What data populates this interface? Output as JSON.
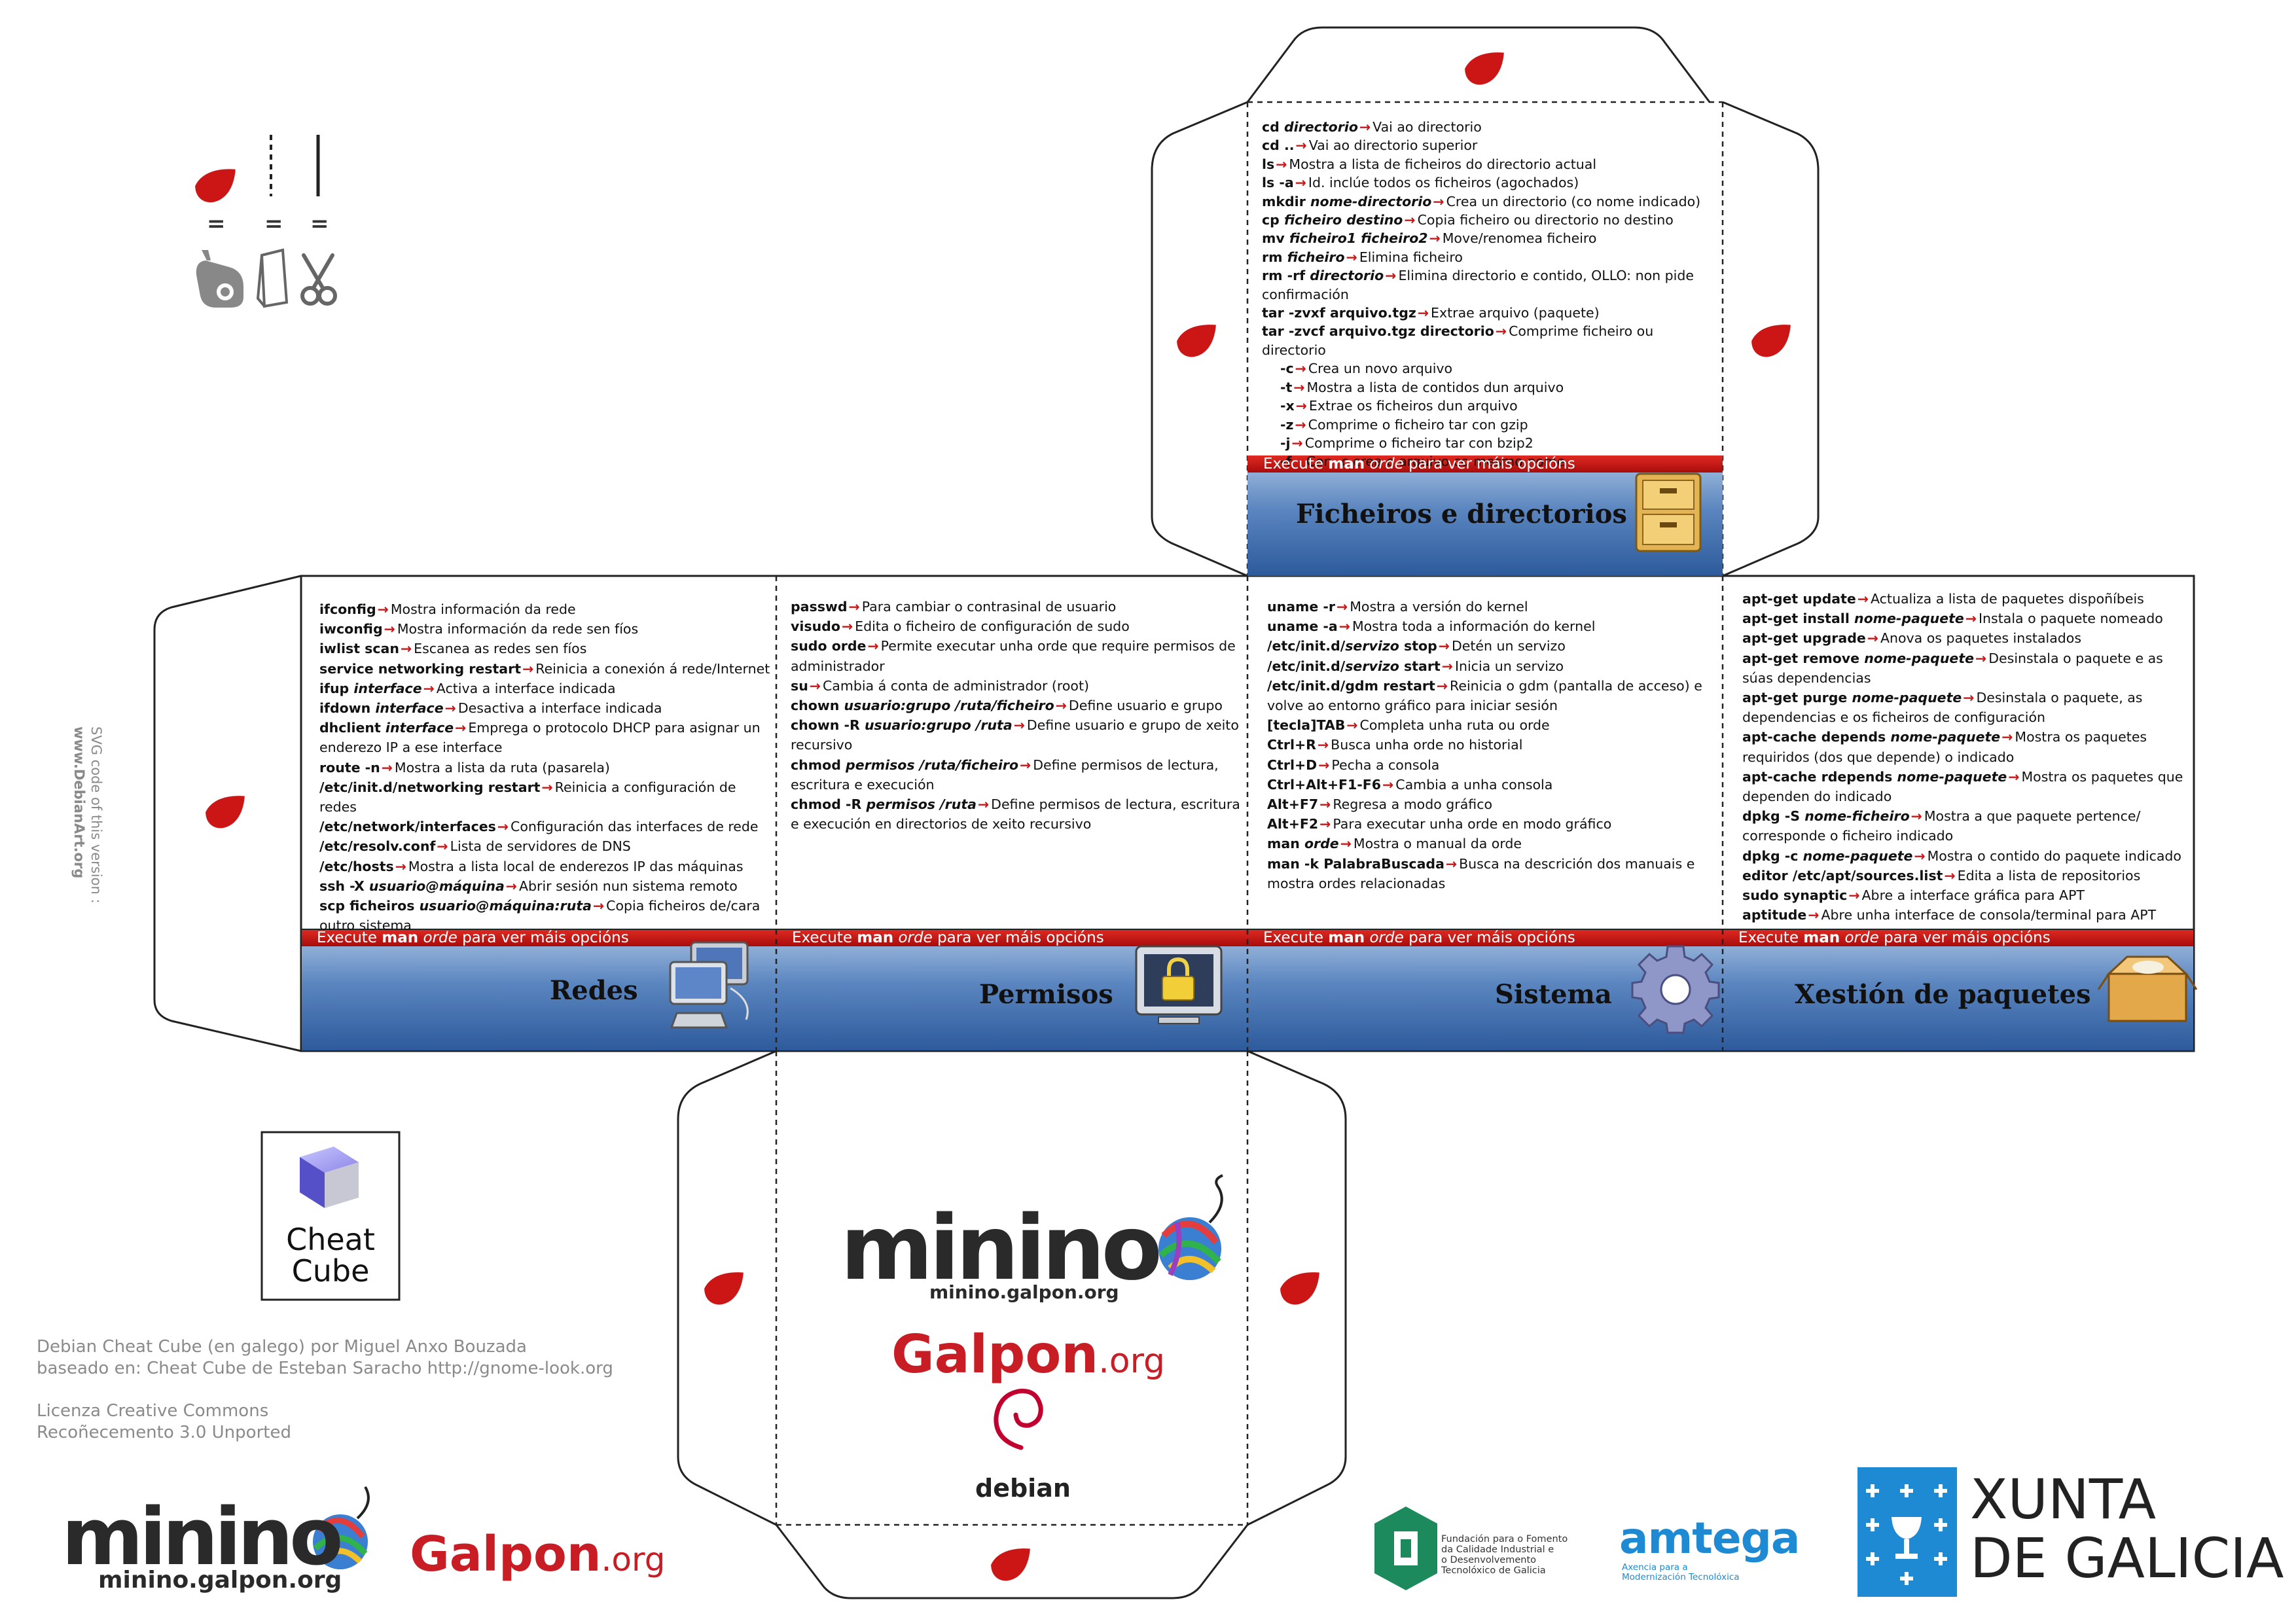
{
  "legend": {
    "eq_sign": "=",
    "items": [
      "glue-icon",
      "fold-icon",
      "scissors-icon"
    ]
  },
  "side_note": {
    "line1": "SVG code of this version :",
    "line2": "www.DebianArt.org"
  },
  "colors": {
    "red_accent": "#cc1616",
    "band_blue_top": "#9ab6d8",
    "band_blue_bottom": "#2f5fa0",
    "band_red": "#cc1010"
  },
  "band_text": {
    "pre": "Execute ",
    "man": "man",
    "orde": "orde",
    "post": " para ver máis opcións"
  },
  "panels": {
    "ficheiros": {
      "title": "Ficheiros e directorios",
      "icon": "filing-cabinet-icon",
      "commands": [
        {
          "cmd": "cd ",
          "arg": "directorio",
          "desc": "Vai ao directorio"
        },
        {
          "cmd": "cd ..",
          "arg": "",
          "desc": "Vai ao directorio superior"
        },
        {
          "cmd": "ls",
          "arg": "",
          "desc": "Mostra a lista de ficheiros do directorio actual"
        },
        {
          "cmd": "ls -a",
          "arg": "",
          "desc": "Id. inclúe todos os ficheiros (agochados)"
        },
        {
          "cmd": "mkdir ",
          "arg": "nome-directorio",
          "desc": "Crea un directorio (co nome indicado)"
        },
        {
          "cmd": "cp ",
          "arg": "ficheiro destino",
          "desc": "Copia ficheiro ou directorio no destino"
        },
        {
          "cmd": "mv ",
          "arg": "ficheiro1 ficheiro2",
          "desc": "Move/renomea ficheiro"
        },
        {
          "cmd": "rm ",
          "arg": "ficheiro",
          "desc": "Elimina ficheiro"
        },
        {
          "cmd": "rm -rf ",
          "arg": "directorio",
          "desc": "Elimina directorio e contido, OLLO: non pide confirmación"
        },
        {
          "cmd": "tar -zvxf arquivo.tgz",
          "arg": "",
          "desc": "Extrae arquivo (paquete)"
        },
        {
          "cmd": "tar -zvcf arquivo.tgz directorio",
          "arg": "",
          "desc": "Comprime ficheiro ou directorio"
        },
        {
          "cmd": "-c",
          "arg": "",
          "desc": "Crea un novo arquivo",
          "indent": true
        },
        {
          "cmd": "-t",
          "arg": "",
          "desc": "Mostra a lista de contidos dun arquivo",
          "indent": true
        },
        {
          "cmd": "-x",
          "arg": "",
          "desc": "Extrae os ficheiros dun arquivo",
          "indent": true
        },
        {
          "cmd": "-z",
          "arg": "",
          "desc": "Comprime o ficheiro tar con gzip",
          "indent": true
        },
        {
          "cmd": "-j",
          "arg": "",
          "desc": "Comprime o ficheiro tar con bzip2",
          "indent": true
        },
        {
          "cmd": "-f",
          "arg": "",
          "desc": "Con -c crea o arquivo co mesmo nome",
          "indent": true
        }
      ]
    },
    "redes": {
      "title": "Redes",
      "icon": "network-computers-icon",
      "commands": [
        {
          "cmd": "ifconfig",
          "arg": "",
          "desc": "Mostra información da rede"
        },
        {
          "cmd": "iwconfig",
          "arg": "",
          "desc": "Mostra información da rede sen fíos"
        },
        {
          "cmd": "iwlist scan",
          "arg": "",
          "desc": "Escanea as redes sen fíos"
        },
        {
          "cmd": "service networking restart",
          "arg": "",
          "desc": "Reinicia a conexión á rede/Internet"
        },
        {
          "cmd": "ifup ",
          "arg": "interface",
          "desc": "Activa a interface indicada"
        },
        {
          "cmd": "ifdown ",
          "arg": "interface",
          "desc": "Desactiva a interface indicada"
        },
        {
          "cmd": "dhclient ",
          "arg": "interface",
          "desc": "Emprega o protocolo DHCP para asignar un enderezo IP a ese interface"
        },
        {
          "cmd": "route -n",
          "arg": "",
          "desc": "Mostra a lista da ruta (pasarela)"
        },
        {
          "cmd": "/etc/init.d/networking restart",
          "arg": "",
          "desc": "Reinicia a configuración de redes"
        },
        {
          "cmd": "/etc/network/interfaces",
          "arg": "",
          "desc": "Configuración das interfaces de rede"
        },
        {
          "cmd": "/etc/resolv.conf",
          "arg": "",
          "desc": "Lista de servidores de DNS"
        },
        {
          "cmd": "/etc/hosts",
          "arg": "",
          "desc": "Mostra a lista local de enderezos IP das máquinas"
        },
        {
          "cmd": "ssh -X ",
          "arg": "usuario@máquina",
          "desc": "Abrir sesión nun sistema remoto"
        },
        {
          "cmd": "scp ficheiros ",
          "arg": "usuario@máquina:ruta",
          "desc": "Copia ficheiros de/cara outro sistema"
        }
      ]
    },
    "permisos": {
      "title": "Permisos",
      "icon": "padlock-monitor-icon",
      "commands": [
        {
          "cmd": "passwd",
          "arg": "",
          "desc": "Para cambiar o contrasinal de usuario"
        },
        {
          "cmd": "visudo",
          "arg": "",
          "desc": "Edita o ficheiro de configuración de sudo"
        },
        {
          "cmd": "sudo orde",
          "arg": "",
          "desc": "Permite executar unha orde que require permisos de administrador"
        },
        {
          "cmd": "su",
          "arg": "",
          "desc": "Cambia á conta de administrador (root)"
        },
        {
          "cmd": "chown ",
          "arg": "usuario:grupo /ruta/ficheiro",
          "desc": "Define usuario e grupo"
        },
        {
          "cmd": "chown -R ",
          "arg": "usuario:grupo /ruta",
          "desc": "Define usuario e grupo de xeito recursivo"
        },
        {
          "cmd": "chmod ",
          "arg": "permisos /ruta/ficheiro",
          "desc": "Define permisos de lectura, escritura e execución"
        },
        {
          "cmd": "chmod -R ",
          "arg": "permisos /ruta",
          "desc": "Define permisos de lectura, escritura e execución en directorios de xeito recursivo"
        }
      ]
    },
    "sistema": {
      "title": "Sistema",
      "icon": "gear-icon",
      "commands": [
        {
          "cmd": "uname -r",
          "arg": "",
          "desc": "Mostra a versión do kernel"
        },
        {
          "cmd": "uname -a",
          "arg": "",
          "desc": "Mostra toda a información do kernel"
        },
        {
          "cmd": "/etc/init.d/",
          "arg": "servizo",
          "cmd2": " stop",
          "desc": "Detén un servizo"
        },
        {
          "cmd": "/etc/init.d/",
          "arg": "servizo",
          "cmd2": " start",
          "desc": "Inicia un servizo"
        },
        {
          "cmd": "/etc/init.d/gdm restart",
          "arg": "",
          "desc": "Reinicia o gdm (pantalla de acceso) e volve ao entorno gráfico para iniciar sesión"
        },
        {
          "cmd": "[tecla]TAB",
          "arg": "",
          "desc": "Completa unha ruta ou orde"
        },
        {
          "cmd": "Ctrl+R",
          "arg": "",
          "desc": "Busca unha orde no historial"
        },
        {
          "cmd": "Ctrl+D",
          "arg": "",
          "desc": "Pecha a consola"
        },
        {
          "cmd": "Ctrl+Alt+F1-F6",
          "arg": "",
          "desc": "Cambia a unha consola"
        },
        {
          "cmd": "Alt+F7",
          "arg": "",
          "desc": "Regresa a modo gráfico"
        },
        {
          "cmd": "Alt+F2",
          "arg": "",
          "desc": "Para executar unha orde en modo gráfico"
        },
        {
          "cmd": "man ",
          "arg": "orde",
          "desc": "Mostra o manual da orde"
        },
        {
          "cmd": "man -k PalabraBuscada",
          "arg": "",
          "desc": "Busca na descrición dos manuais e mostra ordes relacionadas"
        }
      ]
    },
    "paquetes": {
      "title": "Xestión de paquetes",
      "icon": "package-box-icon",
      "commands": [
        {
          "cmd": "apt-get update",
          "arg": "",
          "desc": "Actualiza a lista de paquetes dispoñíbeis"
        },
        {
          "cmd": "apt-get install ",
          "arg": "nome-paquete",
          "desc": "Instala o paquete nomeado"
        },
        {
          "cmd": "apt-get upgrade",
          "arg": "",
          "desc": "Anova os paquetes instalados"
        },
        {
          "cmd": "apt-get remove ",
          "arg": "nome-paquete",
          "desc": "Desinstala o paquete e as súas dependencias"
        },
        {
          "cmd": "apt-get purge ",
          "arg": "nome-paquete",
          "desc": "Desinstala o paquete, as dependencias e os ficheiros de configuración"
        },
        {
          "cmd": "apt-cache depends ",
          "arg": "nome-paquete",
          "desc": "Mostra os paquetes requiridos (dos que depende) o indicado"
        },
        {
          "cmd": "apt-cache rdepends ",
          "arg": "nome-paquete",
          "desc": "Mostra os paquetes que dependen do indicado"
        },
        {
          "cmd": "dpkg -S ",
          "arg": "nome-ficheiro",
          "desc": "Mostra a que paquete pertence/ corresponde o ficheiro indicado"
        },
        {
          "cmd": "dpkg -c ",
          "arg": "nome-paquete",
          "desc": "Mostra o contido do paquete indicado"
        },
        {
          "cmd": "editor /etc/apt/sources.list",
          "arg": "",
          "desc": "Edita a lista de repositorios"
        },
        {
          "cmd": "sudo synaptic",
          "arg": "",
          "desc": "Abre a interface gráfica para APT"
        },
        {
          "cmd": "aptitude",
          "arg": "",
          "desc": "Abre unha interface de consola/terminal para APT"
        }
      ]
    }
  },
  "bottom_panel": {
    "minino": "minino",
    "minino_url": "minino.galpon.org",
    "galpon_main": "Galpon",
    "galpon_tld": ".org",
    "debian": "debian"
  },
  "cheat_cube": {
    "line1": "Cheat",
    "line2": "Cube"
  },
  "credits": {
    "line1": "Debian Cheat Cube (en galego) por Miguel Anxo Bouzada",
    "line2": "baseado en: Cheat Cube de Esteban Saracho http://gnome-look.org",
    "line3": "Licenza Creative Commons",
    "line4": "Recoñecemento 3.0 Unported"
  },
  "footer": {
    "minino": "minino",
    "minino_url": "minino.galpon.org",
    "galpon_main": "Galpon",
    "galpon_tld": ".org",
    "fundacion_line1": "Fundación para o Fomento",
    "fundacion_line2": "da Calidade Industrial e",
    "fundacion_line3": "o Desenvolvemento",
    "fundacion_line4": "Tecnolóxico de Galicia",
    "amtega": "amtega",
    "amtega_sub1": "Axencia para a",
    "amtega_sub2": "Modernización Tecnolóxica",
    "xunta_line1": "XUNTA",
    "xunta_line2": "DE GALICIA"
  }
}
